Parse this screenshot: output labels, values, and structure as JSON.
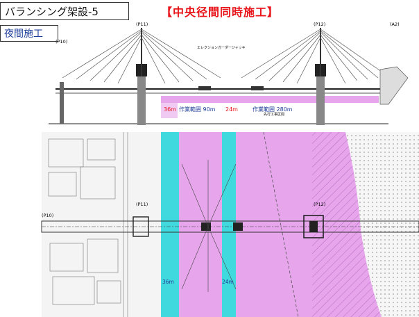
{
  "header": {
    "slide_title": "バランシング架設-5",
    "subtitle": "夜間施工",
    "red_title": "【中央径間同時施工】"
  },
  "elevation": {
    "pier_labels": [
      "(P11)",
      "(P12)",
      "(A2)",
      "(P10)"
    ],
    "dim_labels": [
      "36m",
      "24m"
    ],
    "zone_labels": [
      "作業範囲 90m",
      "作業範囲 280m"
    ],
    "annotations": [
      "エレクションガーダージャッキ",
      "先行工事区間"
    ]
  },
  "plan": {
    "pier_labels": [
      "(P10)",
      "(P11)",
      "(P12)"
    ],
    "dim_labels": [
      "36m",
      "24m"
    ]
  },
  "colors": {
    "red": "#e8141a",
    "cyan": "#40d9de",
    "magenta": "#e7a6ec",
    "blue_text": "#1f3f9a"
  }
}
